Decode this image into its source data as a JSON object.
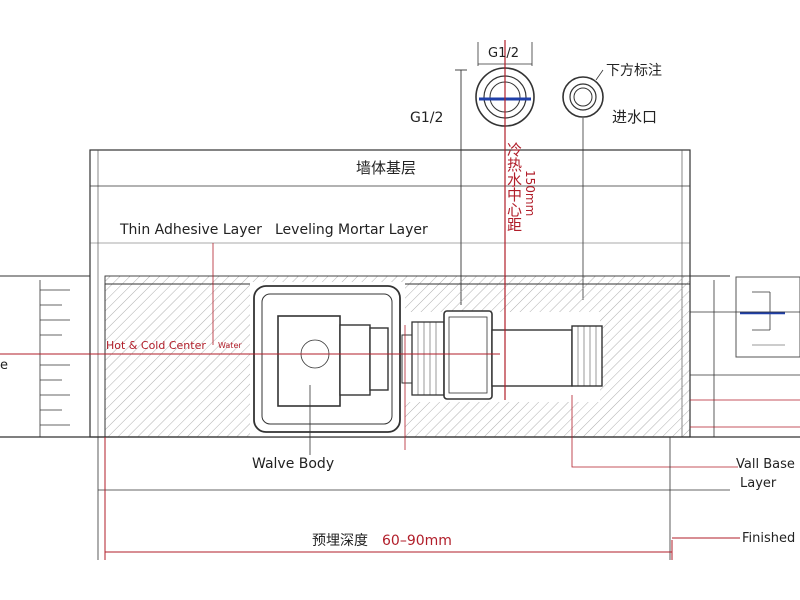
{
  "labels": {
    "g12_top": "G1/2",
    "g12_left": "G1/2",
    "below_note": "下方标注",
    "water_inlet": "进水口",
    "wall_base_zh": "墙体基层",
    "thin_adhesive": "Thin Adhesive Layer",
    "leveling_mortar": "Leveling Mortar Layer",
    "center_distance": "冷热水中心距",
    "center_distance_value": "150mm",
    "hot_cold_center": "Hot & Cold Center",
    "hot_cold_center_tail": "Water",
    "left_edge": "e",
    "valve_body": "Walve Body",
    "wall_base_line1": "Vall Base",
    "wall_base_line2": "Layer",
    "embed_depth_zh": "预埋深度",
    "embed_depth_value": "60–90mm",
    "finished": "Finished"
  },
  "colors": {
    "line": "#333333",
    "dim_red": "#b11e2a",
    "accent_blue": "#1f3fa8",
    "hatch": "#888888"
  }
}
